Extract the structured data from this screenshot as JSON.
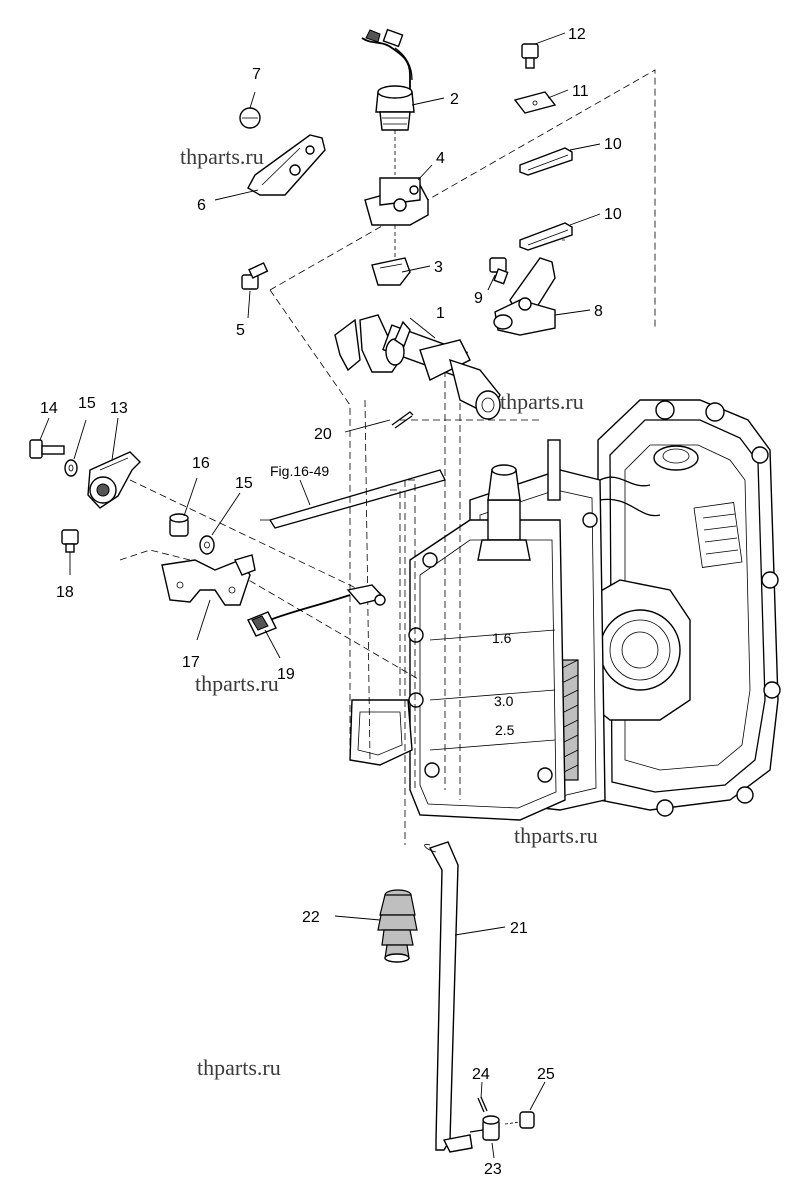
{
  "callouts": {
    "c1": "1",
    "c2": "2",
    "c3": "3",
    "c4": "4",
    "c5": "5",
    "c6": "6",
    "c7": "7",
    "c8": "8",
    "c9": "9",
    "c10a": "10",
    "c10b": "10",
    "c11": "11",
    "c12": "12",
    "c13": "13",
    "c14": "14",
    "c15a": "15",
    "c15b": "15",
    "c16": "16",
    "c17": "17",
    "c18": "18",
    "c19": "19",
    "c20": "20",
    "c21": "21",
    "c22": "22",
    "c23": "23",
    "c24": "24",
    "c25": "25"
  },
  "figure_reference": "Fig.16-49",
  "watermarks": [
    "thparts.ru",
    "thparts.ru",
    "thparts.ru",
    "thparts.ru",
    "thparts.ru"
  ]
}
